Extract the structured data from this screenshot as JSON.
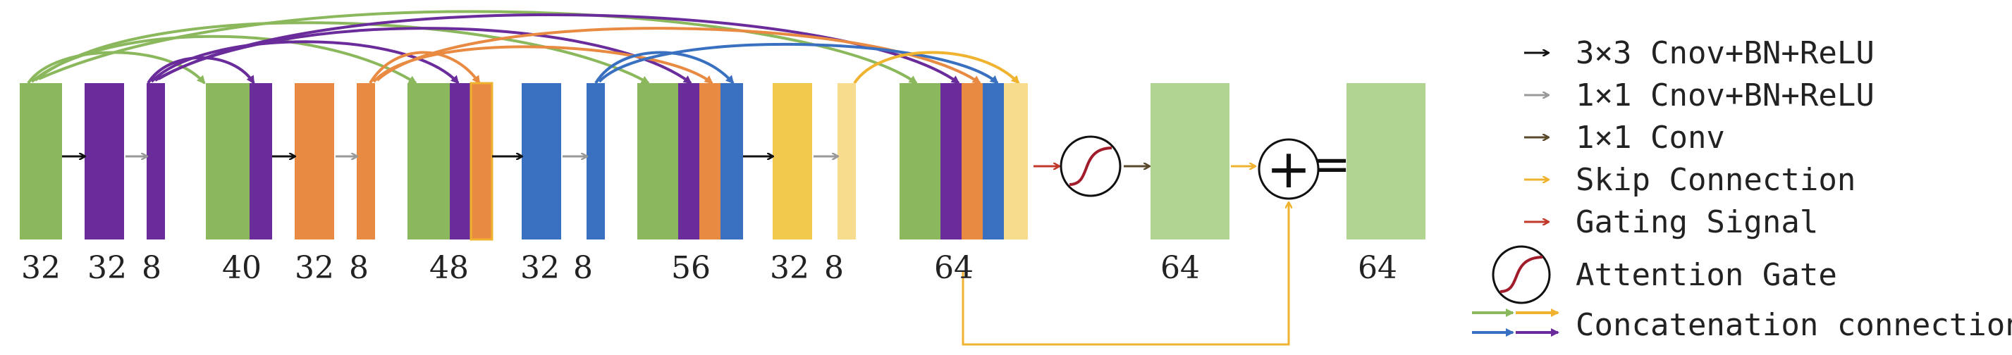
{
  "colors": {
    "green": "#8bb85c",
    "purple": "#6a2c9b",
    "orange": "#e88a42",
    "blue": "#3a70c0",
    "yellow": "#f2c94d",
    "light_yellow": "#f6dc8c",
    "light_green": "#b1d491",
    "conv3x3": "#111111",
    "conv1x1_gray": "#999999",
    "conv1x1_brown": "#5a4a2c",
    "skip": "#f0b330",
    "gating": "#c0392b"
  },
  "channel_labels": [
    "32",
    "32",
    "8",
    "40",
    "32",
    "8",
    "48",
    "32",
    "8",
    "56",
    "32",
    "8",
    "64",
    "64",
    "64"
  ],
  "symbols": {
    "equals": "="
  },
  "legend": {
    "conv3x3": "3×3 Cnov+BN+ReLU",
    "conv1x1_bn": "1×1 Cnov+BN+ReLU",
    "conv1x1": "1×1 Conv",
    "skip": "Skip Connection",
    "gating": "Gating Signal",
    "attention": "Attention Gate",
    "concat": "Concatenation connection"
  }
}
